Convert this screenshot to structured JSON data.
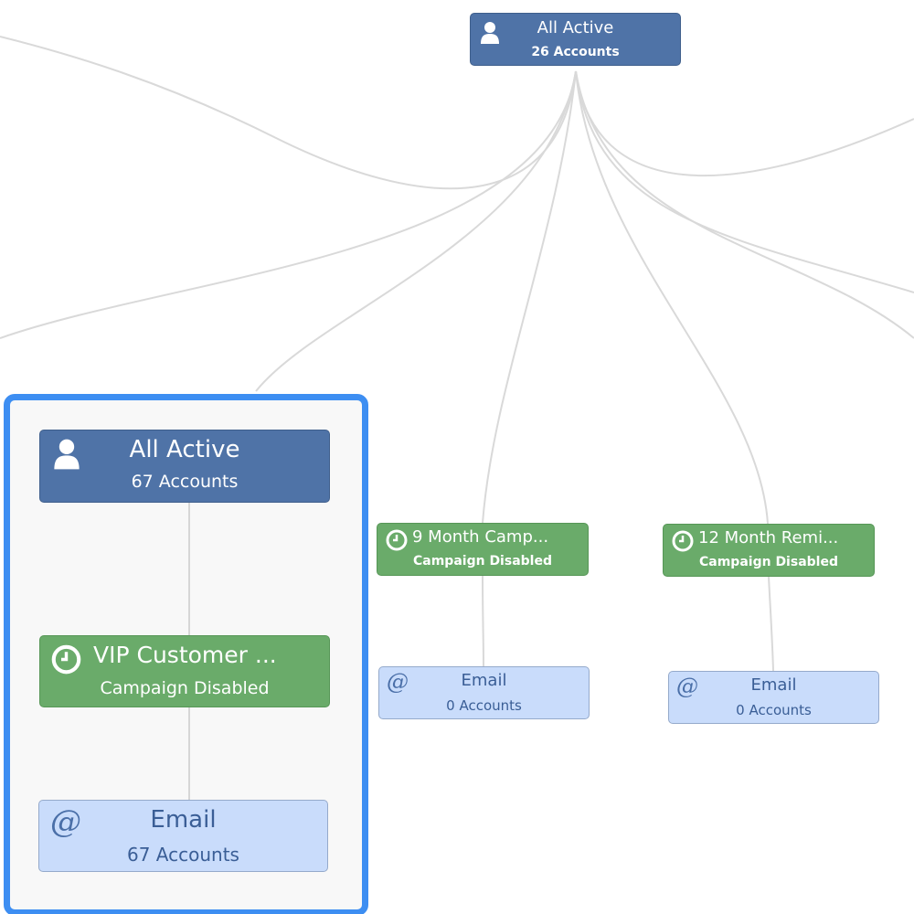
{
  "nodes": {
    "top_segment": {
      "title": "All Active",
      "subtitle": "26 Accounts",
      "icon": "user-icon"
    },
    "left_segment": {
      "title": "All Active",
      "subtitle": "67 Accounts",
      "icon": "user-icon"
    },
    "campaign_9_month": {
      "title": "9 Month Camp...",
      "subtitle": "Campaign Disabled",
      "icon": "clock-icon"
    },
    "campaign_12_month": {
      "title": "12 Month Remi...",
      "subtitle": "Campaign Disabled",
      "icon": "clock-icon"
    },
    "campaign_vip": {
      "title": "VIP Customer ...",
      "subtitle": "Campaign Disabled",
      "icon": "clock-icon"
    },
    "email_9_month": {
      "title": "Email",
      "subtitle": "0 Accounts",
      "icon": "at-icon"
    },
    "email_12_month": {
      "title": "Email",
      "subtitle": "0 Accounts",
      "icon": "at-icon"
    },
    "email_vip": {
      "title": "Email",
      "subtitle": "67 Accounts",
      "icon": "at-icon"
    }
  },
  "colors": {
    "segment": "#4f73a7",
    "campaign": "#6aab6a",
    "email": "#c9dcfb",
    "highlight": "#3d8ef2",
    "connector": "#d9d9d9"
  }
}
